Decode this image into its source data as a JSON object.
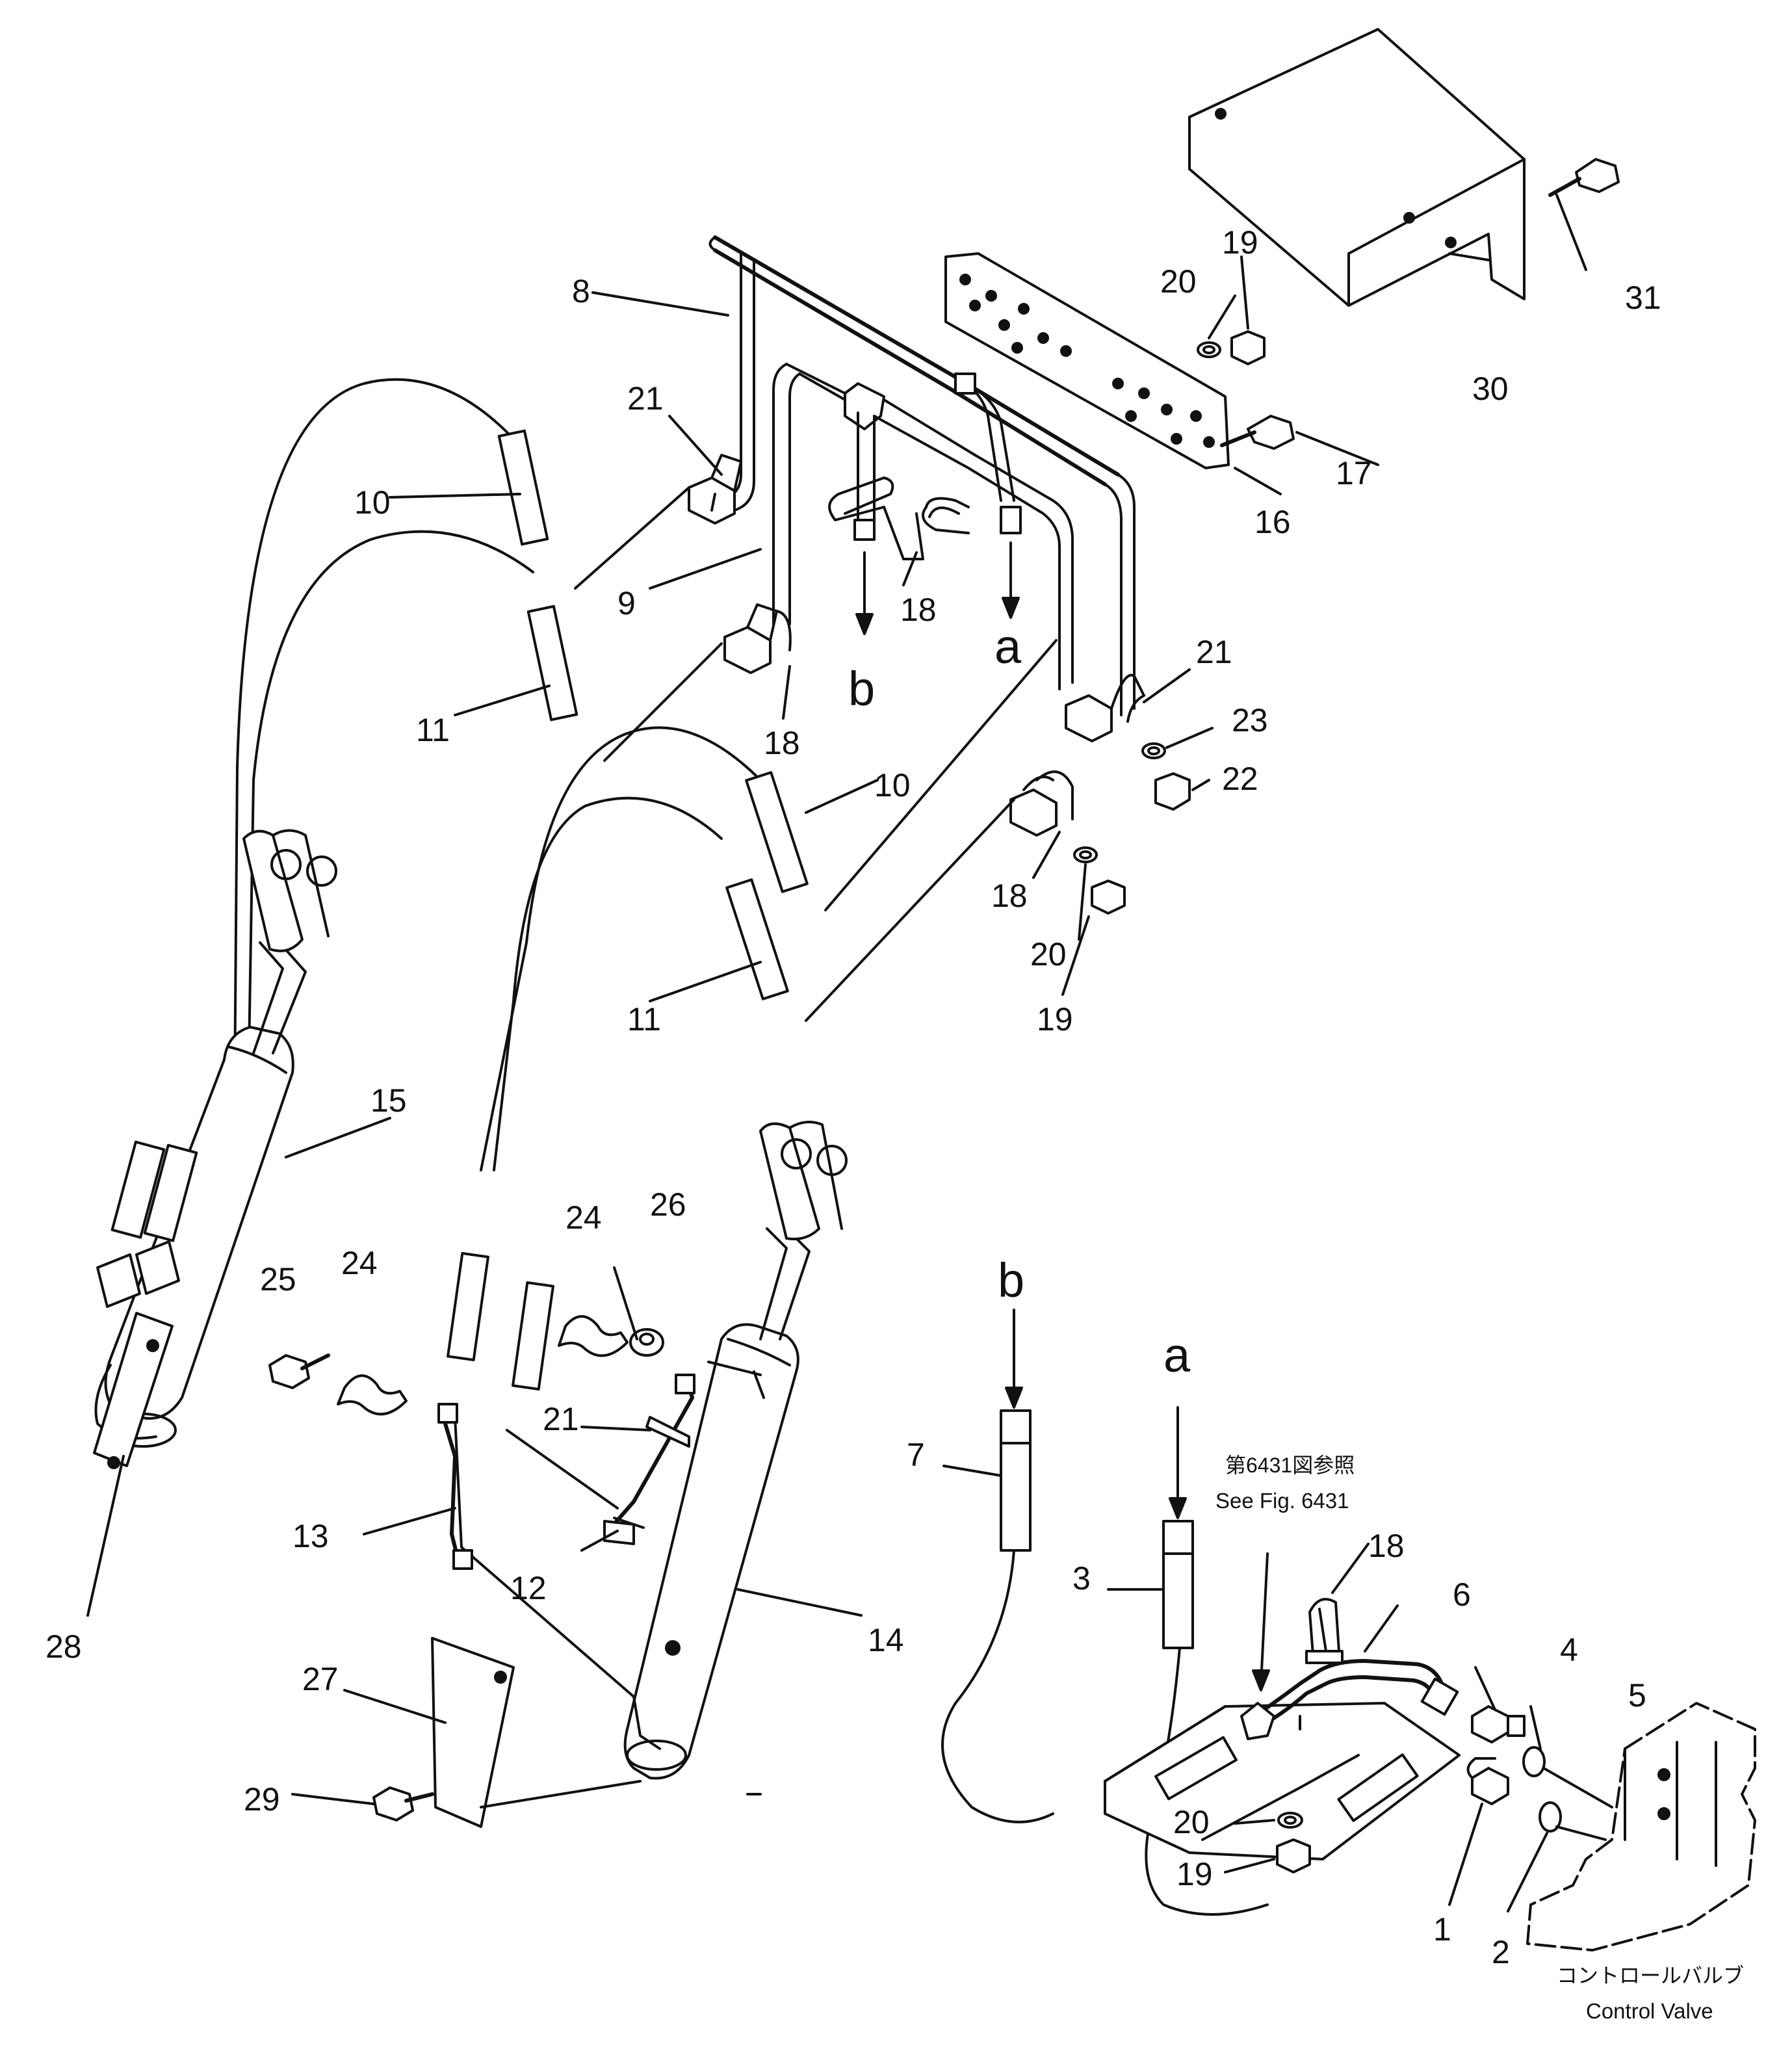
{
  "callouts": {
    "c1": "1",
    "c2": "2",
    "c3": "3",
    "c4": "4",
    "c5": "5",
    "c6": "6",
    "c7": "7",
    "c8": "8",
    "c9": "9",
    "c10a": "10",
    "c10b": "10",
    "c11a": "11",
    "c11b": "11",
    "c12": "12",
    "c13": "13",
    "c14": "14",
    "c15": "15",
    "c16": "16",
    "c17": "17",
    "c18a": "18",
    "c18b": "18",
    "c18c": "18",
    "c18d": "18",
    "c19a": "19",
    "c19b": "19",
    "c19c": "19",
    "c20a": "20",
    "c20b": "20",
    "c20c": "20",
    "c21a": "21",
    "c21b": "21",
    "c21c": "21",
    "c22": "22",
    "c23": "23",
    "c24a": "24",
    "c24b": "24",
    "c25": "25",
    "c26": "26",
    "c27": "27",
    "c28": "28",
    "c29": "29",
    "c30": "30",
    "c31": "31"
  },
  "connectors": {
    "a_top": "a",
    "b_top": "b",
    "a_bottom": "a",
    "b_bottom": "b"
  },
  "notes": {
    "see_fig_jp": "第6431図参照",
    "see_fig_en": "See Fig. 6431",
    "control_valve_jp": "コントロールバルブ",
    "control_valve_en": "Control Valve"
  }
}
